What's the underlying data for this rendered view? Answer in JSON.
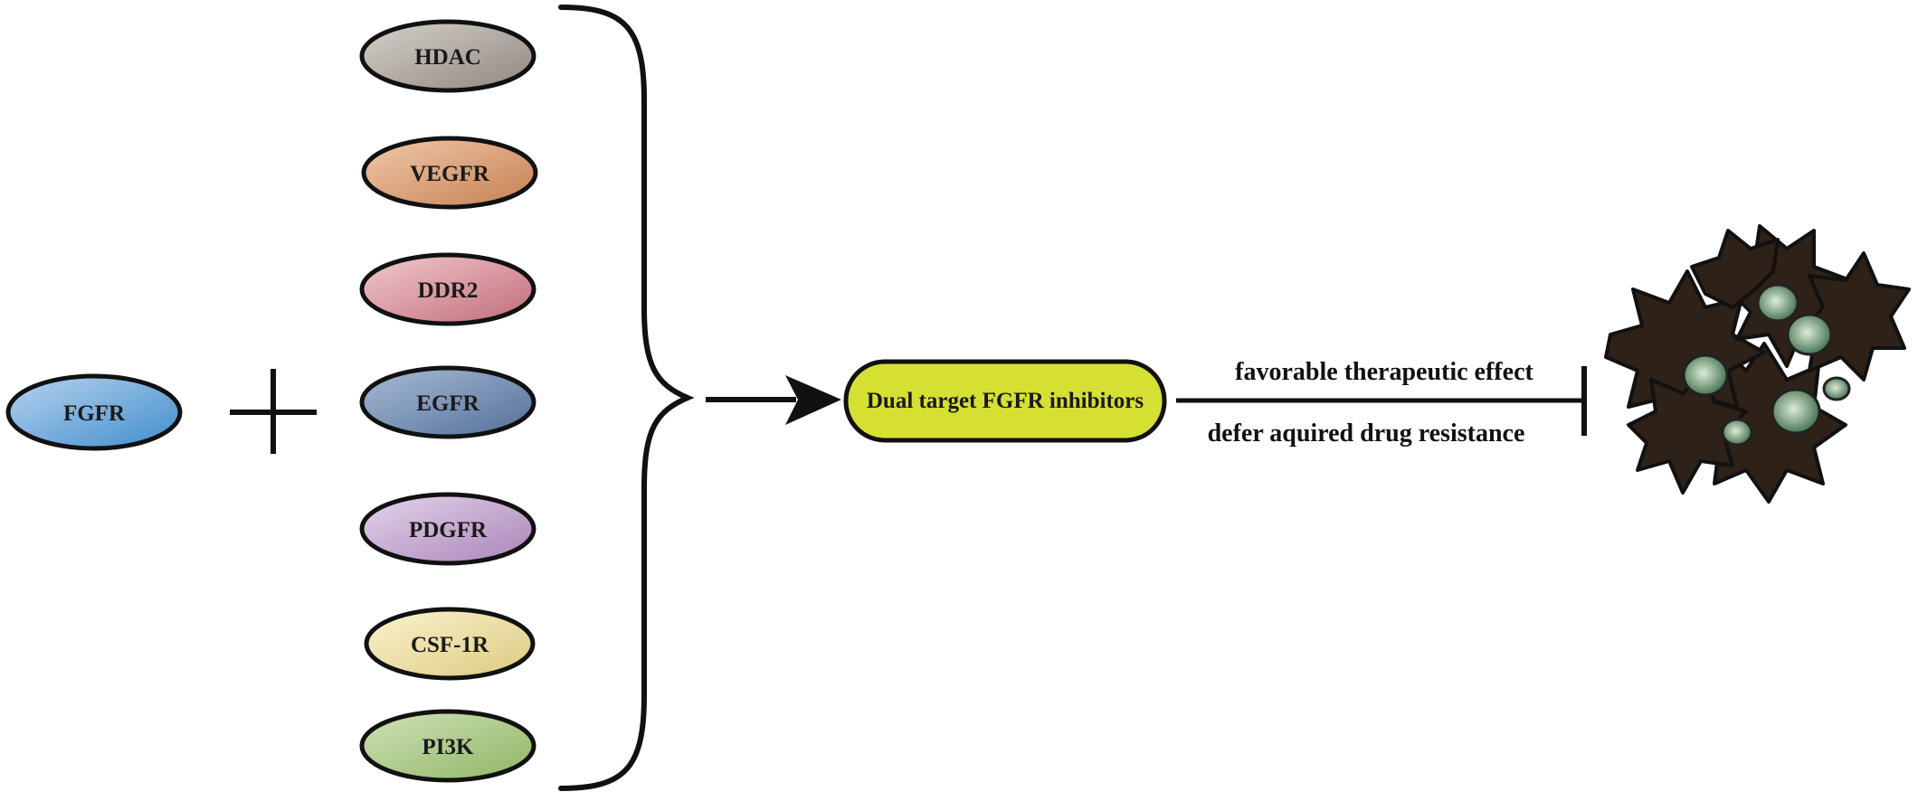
{
  "source": {
    "label": "FGFR",
    "color_light": "#b8d3ef",
    "color_dark": "#3f8ccc"
  },
  "operator": "+",
  "partners": [
    {
      "label": "HDAC",
      "color_light": "#d6d1cc",
      "color_dark": "#8f8680"
    },
    {
      "label": "VEGFR",
      "color_light": "#f0c9aa",
      "color_dark": "#c67f52"
    },
    {
      "label": "DDR2",
      "color_light": "#f3c9cf",
      "color_dark": "#bf6d78"
    },
    {
      "label": "EGFR",
      "color_light": "#a8bbd6",
      "color_dark": "#526f99"
    },
    {
      "label": "PDGFR",
      "color_light": "#e4d4ea",
      "color_dark": "#a984b8"
    },
    {
      "label": "CSF-1R",
      "color_light": "#fbf3cf",
      "color_dark": "#dcc97f"
    },
    {
      "label": "PI3K",
      "color_light": "#cfe2b8",
      "color_dark": "#8fb565"
    }
  ],
  "result": {
    "label": "Dual target FGFR inhibitors",
    "color": "#d6e032"
  },
  "effects": {
    "top": "favorable therapeutic effect",
    "bottom": "defer aquired drug resistance"
  },
  "target": {
    "icon": "tumor-cell-cluster-icon",
    "cell_color": "#2e2118",
    "nucleus_light": "#dcebd9",
    "nucleus_dark": "#3c6b46"
  }
}
